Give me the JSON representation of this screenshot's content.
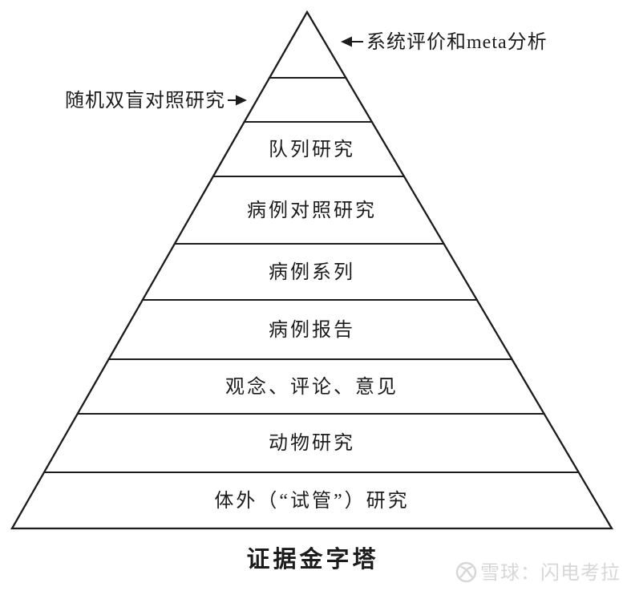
{
  "diagram": {
    "type": "pyramid",
    "title": "证据金字塔",
    "annotations": {
      "apex": "系统评价和meta分析",
      "second_layer": "随机双盲对照研究"
    },
    "layer_labels": [
      "队列研究",
      "病例对照研究",
      "病例系列",
      "病例报告",
      "观念、评论、意见",
      "动物研究",
      "体外（“试管”）研究"
    ],
    "levels_top_to_bottom": [
      "系统评价和meta分析",
      "随机双盲对照研究",
      "队列研究",
      "病例对照研究",
      "病例系列",
      "病例报告",
      "观念、评论、意见",
      "动物研究",
      "体外（“试管”）研究"
    ]
  },
  "watermark": {
    "text": "雪球：闪电考拉",
    "logo": "xueqiu-circle-logo"
  },
  "colors": {
    "ink": "#1c1c1c",
    "background": "#ffffff",
    "watermark": "#d7d7d7"
  }
}
